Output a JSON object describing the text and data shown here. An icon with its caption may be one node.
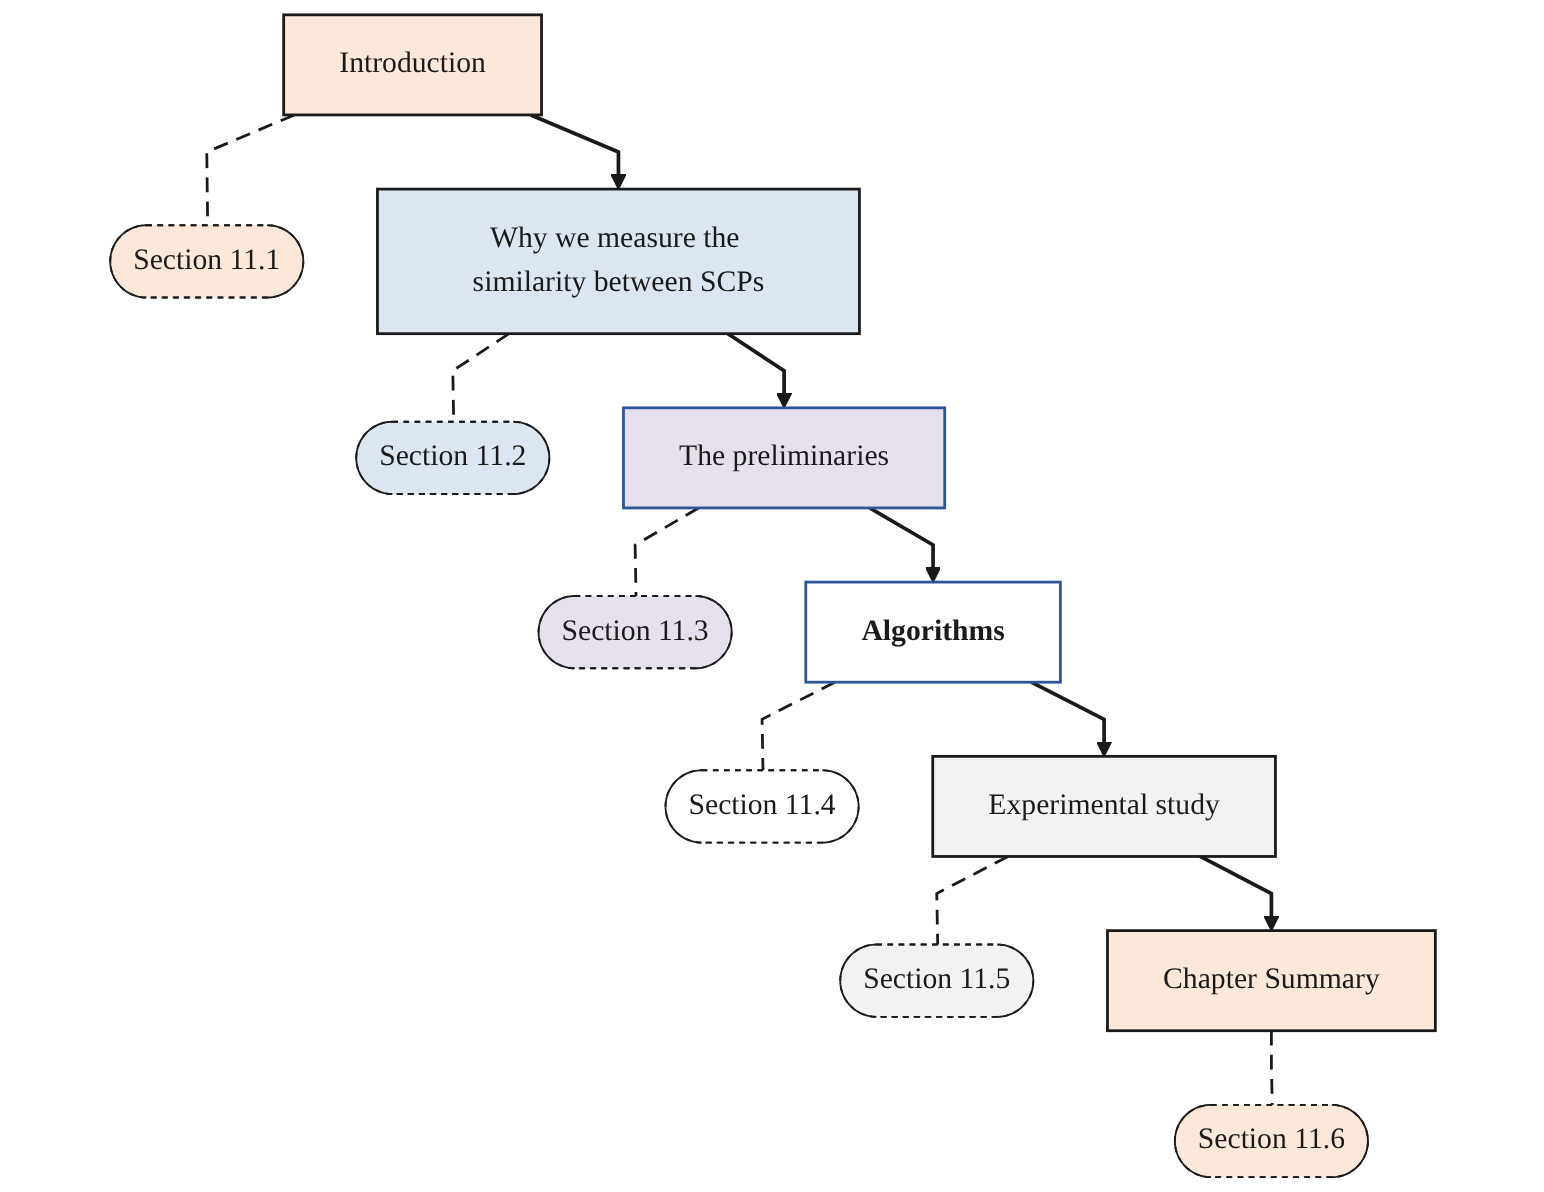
{
  "diagram": {
    "nodes": [
      {
        "text": [
          "Introduction"
        ]
      },
      {
        "text": [
          "Section 11.1"
        ]
      },
      {
        "text": [
          "Why we measure the similarity between SCPs"
        ]
      },
      {
        "text": [
          "Section 11.2"
        ]
      },
      {
        "text": [
          "The preliminaries"
        ]
      },
      {
        "text": [
          "Section 11.3"
        ]
      },
      {
        "text": [
          "Algorithms"
        ]
      },
      {
        "text": [
          "Section 11.4"
        ]
      },
      {
        "text": [
          "Experimental study"
        ]
      },
      {
        "text": [
          "Section 11.5"
        ]
      },
      {
        "text": [
          "Chapter Summary"
        ]
      },
      {
        "text": [
          "Section 11.6"
        ]
      }
    ],
    "edges": [
      {
        "from": 0,
        "to": 1,
        "arrow": "none",
        "style": "dashed"
      },
      {
        "from": 0,
        "to": 2,
        "arrow": "to"
      },
      {
        "from": 2,
        "to": 3,
        "arrow": "none",
        "style": "dashed"
      },
      {
        "from": 2,
        "to": 4,
        "arrow": "to"
      },
      {
        "from": 4,
        "to": 5,
        "arrow": "none",
        "style": "dashed"
      },
      {
        "from": 4,
        "to": 6,
        "arrow": "to"
      },
      {
        "from": 6,
        "to": 7,
        "arrow": "none",
        "style": "dashed"
      },
      {
        "from": 6,
        "to": 8,
        "arrow": "to"
      },
      {
        "from": 8,
        "to": 9,
        "arrow": "none",
        "style": "dashed"
      },
      {
        "from": 8,
        "to": 10,
        "arrow": "to"
      },
      {
        "from": 10,
        "to": 11,
        "arrow": "none",
        "style": "dashed"
      }
    ]
  }
}
